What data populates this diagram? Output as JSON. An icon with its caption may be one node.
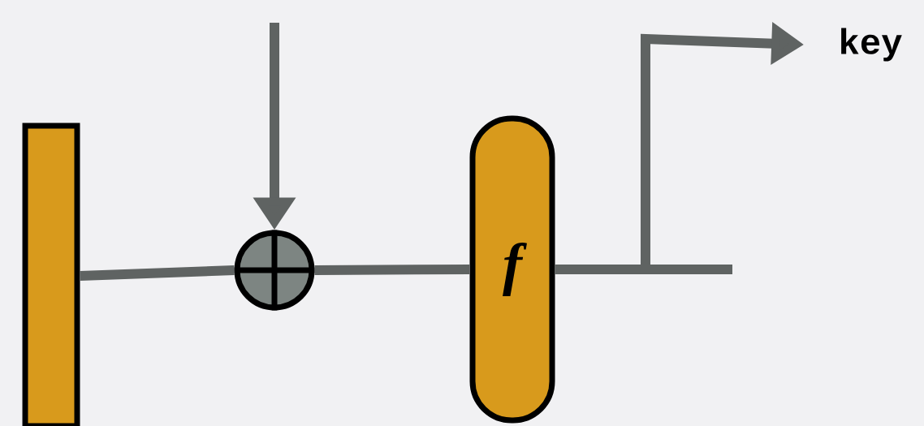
{
  "diagram": {
    "nodes": [
      {
        "text": [],
        "shape": "bar"
      },
      {
        "text": [],
        "shape": "circle"
      },
      {
        "text": [
          "f"
        ]
      },
      {
        "text": [
          "key"
        ]
      }
    ],
    "edges": [
      {
        "from": 0,
        "to": 1,
        "arrow": "none"
      },
      {
        "from": null,
        "to": 1,
        "arrow": "to"
      },
      {
        "from": 1,
        "to": 2,
        "arrow": "none"
      },
      {
        "from": 2,
        "to": 3,
        "arrow": "to"
      },
      {
        "from": 2,
        "to": null,
        "arrow": "none"
      }
    ]
  }
}
